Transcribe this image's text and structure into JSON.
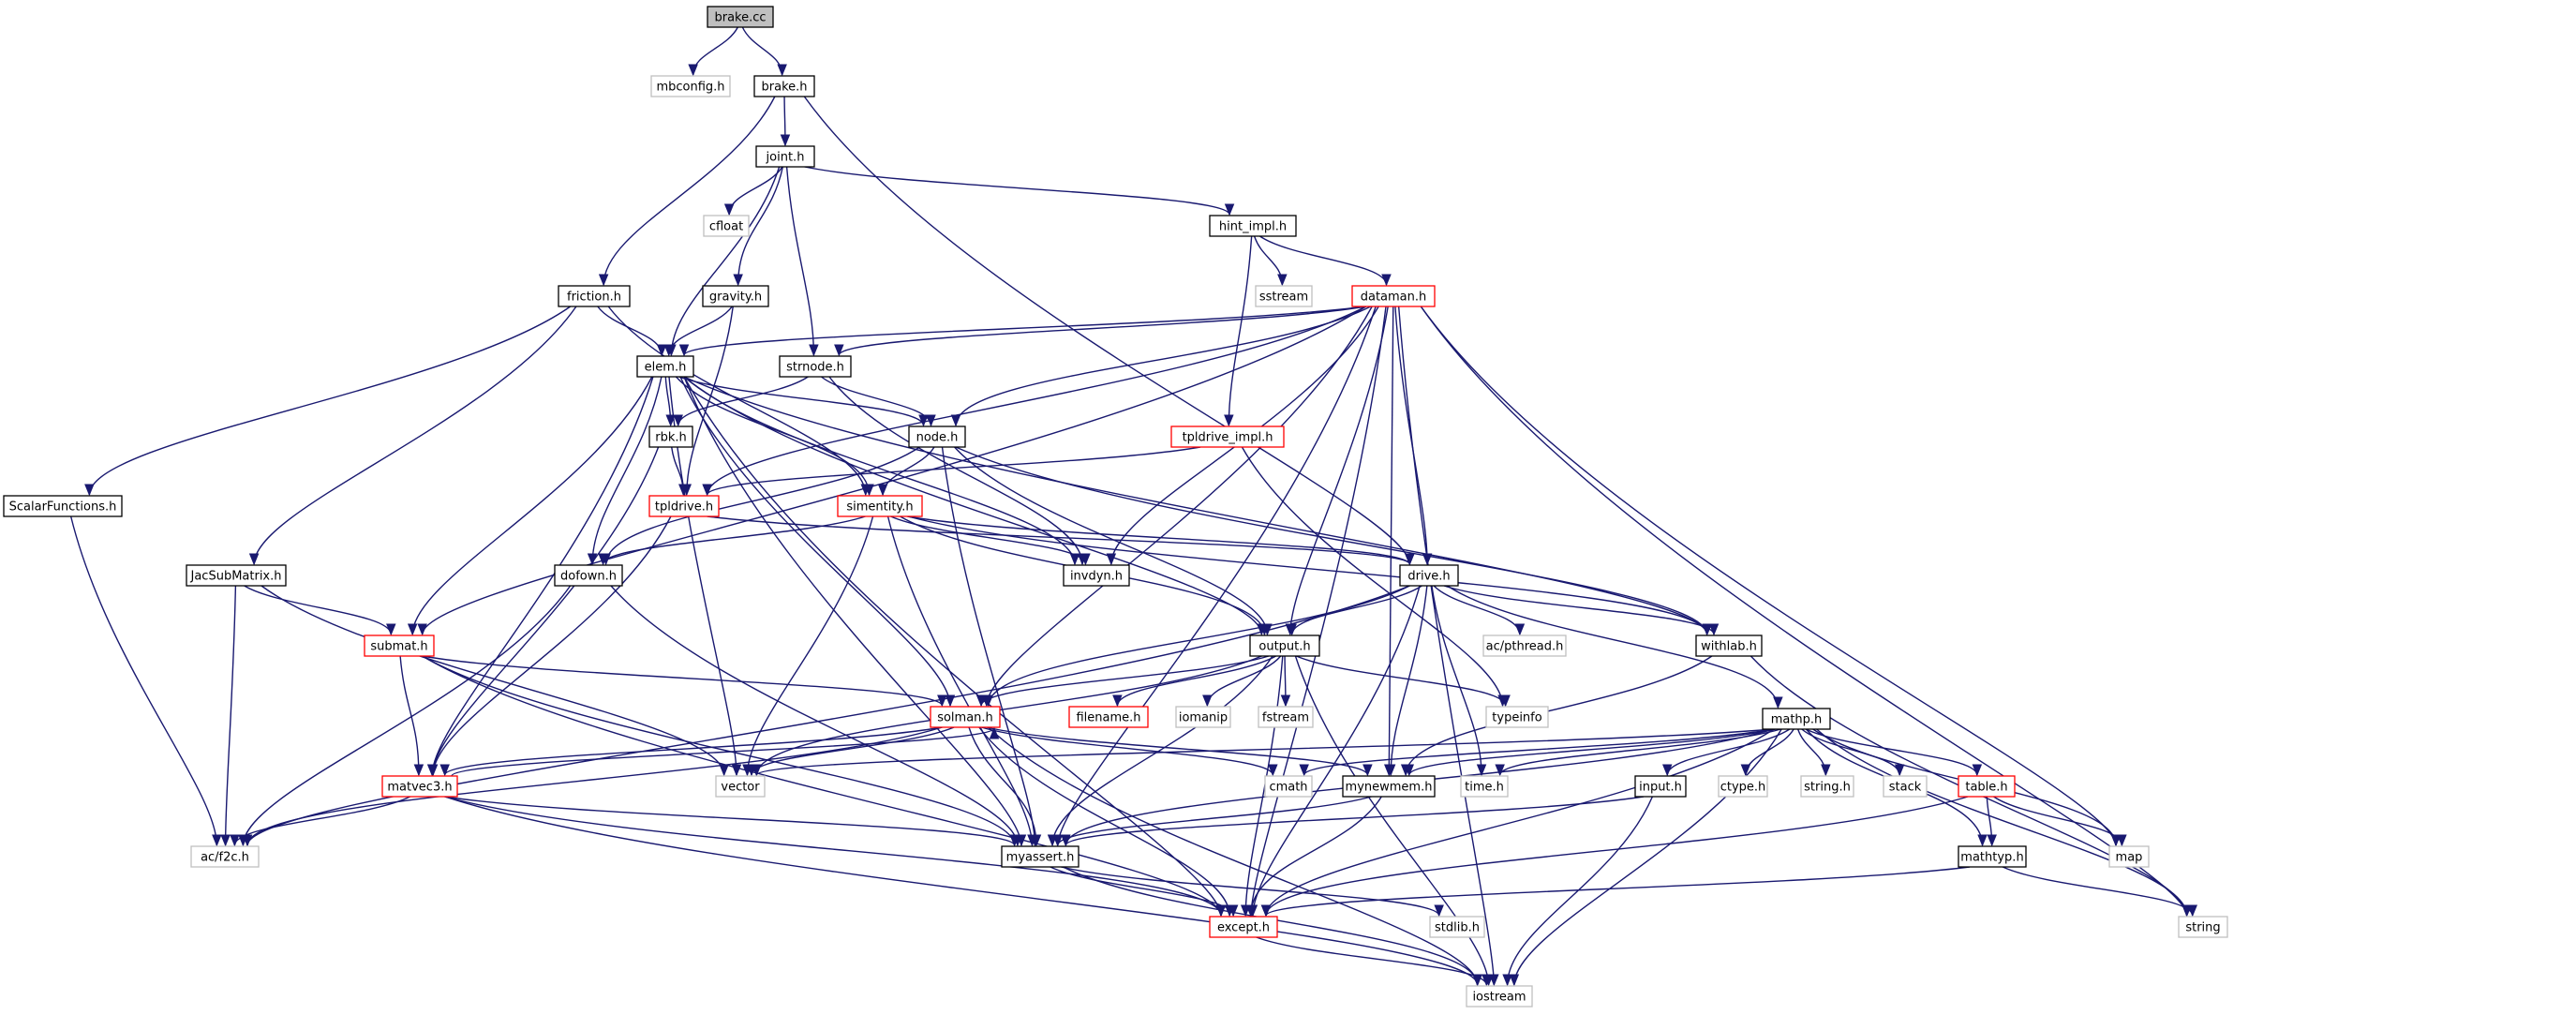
{
  "colors": {
    "edge": "#191970",
    "node_border_documented": "#000000",
    "node_border_truncated": "#ff0000",
    "node_border_external": "#bfbfbf",
    "root_fill": "#bfbfbf",
    "node_fill": "#ffffff"
  },
  "nodes": [
    {
      "id": "brake_cc",
      "label": "brake.cc",
      "kind": "root"
    },
    {
      "id": "mbconfig",
      "label": "mbconfig.h",
      "kind": "external"
    },
    {
      "id": "brake_h",
      "label": "brake.h",
      "kind": "documented"
    },
    {
      "id": "joint_h",
      "label": "joint.h",
      "kind": "documented"
    },
    {
      "id": "cfloat",
      "label": "cfloat",
      "kind": "external"
    },
    {
      "id": "hint_impl",
      "label": "hint_impl.h",
      "kind": "documented"
    },
    {
      "id": "sstream",
      "label": "sstream",
      "kind": "external"
    },
    {
      "id": "dataman",
      "label": "dataman.h",
      "kind": "truncated"
    },
    {
      "id": "friction",
      "label": "friction.h",
      "kind": "documented"
    },
    {
      "id": "gravity",
      "label": "gravity.h",
      "kind": "documented"
    },
    {
      "id": "elem",
      "label": "elem.h",
      "kind": "documented"
    },
    {
      "id": "strnode",
      "label": "strnode.h",
      "kind": "documented"
    },
    {
      "id": "rbk",
      "label": "rbk.h",
      "kind": "documented"
    },
    {
      "id": "node",
      "label": "node.h",
      "kind": "documented"
    },
    {
      "id": "tpldrive_impl",
      "label": "tpldrive_impl.h",
      "kind": "truncated"
    },
    {
      "id": "scalarfunctions",
      "label": "ScalarFunctions.h",
      "kind": "documented"
    },
    {
      "id": "tpldrive",
      "label": "tpldrive.h",
      "kind": "truncated"
    },
    {
      "id": "simentity",
      "label": "simentity.h",
      "kind": "truncated"
    },
    {
      "id": "jacsubmatrix",
      "label": "JacSubMatrix.h",
      "kind": "documented"
    },
    {
      "id": "dofown",
      "label": "dofown.h",
      "kind": "documented"
    },
    {
      "id": "invdyn",
      "label": "invdyn.h",
      "kind": "documented"
    },
    {
      "id": "drive",
      "label": "drive.h",
      "kind": "documented"
    },
    {
      "id": "withlab",
      "label": "withlab.h",
      "kind": "documented"
    },
    {
      "id": "submat",
      "label": "submat.h",
      "kind": "truncated"
    },
    {
      "id": "output",
      "label": "output.h",
      "kind": "documented"
    },
    {
      "id": "acpthread",
      "label": "ac/pthread.h",
      "kind": "external"
    },
    {
      "id": "solman",
      "label": "solman.h",
      "kind": "truncated"
    },
    {
      "id": "filename",
      "label": "filename.h",
      "kind": "truncated"
    },
    {
      "id": "iomanip",
      "label": "iomanip",
      "kind": "external"
    },
    {
      "id": "fstream",
      "label": "fstream",
      "kind": "external"
    },
    {
      "id": "typeinfo",
      "label": "typeinfo",
      "kind": "external"
    },
    {
      "id": "mathp",
      "label": "mathp.h",
      "kind": "documented"
    },
    {
      "id": "matvec3",
      "label": "matvec3.h",
      "kind": "truncated"
    },
    {
      "id": "vector",
      "label": "vector",
      "kind": "external"
    },
    {
      "id": "cmath",
      "label": "cmath",
      "kind": "external"
    },
    {
      "id": "mynewmem",
      "label": "mynewmem.h",
      "kind": "documented"
    },
    {
      "id": "time_h",
      "label": "time.h",
      "kind": "external"
    },
    {
      "id": "input",
      "label": "input.h",
      "kind": "documented"
    },
    {
      "id": "ctype",
      "label": "ctype.h",
      "kind": "external"
    },
    {
      "id": "string_h",
      "label": "string.h",
      "kind": "external"
    },
    {
      "id": "stack",
      "label": "stack",
      "kind": "external"
    },
    {
      "id": "table",
      "label": "table.h",
      "kind": "truncated"
    },
    {
      "id": "acf2c",
      "label": "ac/f2c.h",
      "kind": "external"
    },
    {
      "id": "myassert",
      "label": "myassert.h",
      "kind": "documented"
    },
    {
      "id": "map",
      "label": "map",
      "kind": "external"
    },
    {
      "id": "mathtyp",
      "label": "mathtyp.h",
      "kind": "documented"
    },
    {
      "id": "except",
      "label": "except.h",
      "kind": "truncated"
    },
    {
      "id": "stdlib",
      "label": "stdlib.h",
      "kind": "external"
    },
    {
      "id": "string",
      "label": "string",
      "kind": "external"
    },
    {
      "id": "iostream",
      "label": "iostream",
      "kind": "external"
    }
  ],
  "edges": [
    [
      "brake_cc",
      "mbconfig"
    ],
    [
      "brake_cc",
      "brake_h"
    ],
    [
      "brake_h",
      "joint_h"
    ],
    [
      "brake_h",
      "friction"
    ],
    [
      "brake_h",
      "drive"
    ],
    [
      "joint_h",
      "cfloat"
    ],
    [
      "joint_h",
      "hint_impl"
    ],
    [
      "joint_h",
      "gravity"
    ],
    [
      "joint_h",
      "elem"
    ],
    [
      "joint_h",
      "strnode"
    ],
    [
      "hint_impl",
      "sstream"
    ],
    [
      "hint_impl",
      "dataman"
    ],
    [
      "hint_impl",
      "tpldrive_impl"
    ],
    [
      "friction",
      "elem"
    ],
    [
      "friction",
      "scalarfunctions"
    ],
    [
      "friction",
      "jacsubmatrix"
    ],
    [
      "friction",
      "simentity"
    ],
    [
      "gravity",
      "elem"
    ],
    [
      "gravity",
      "tpldrive"
    ],
    [
      "dataman",
      "elem"
    ],
    [
      "dataman",
      "strnode"
    ],
    [
      "dataman",
      "node"
    ],
    [
      "dataman",
      "tpldrive"
    ],
    [
      "dataman",
      "invdyn"
    ],
    [
      "dataman",
      "drive"
    ],
    [
      "dataman",
      "output"
    ],
    [
      "dataman",
      "solman"
    ],
    [
      "dataman",
      "myassert"
    ],
    [
      "dataman",
      "submat"
    ],
    [
      "dataman",
      "map"
    ],
    [
      "dataman",
      "string"
    ],
    [
      "dataman",
      "iostream"
    ],
    [
      "dataman",
      "except"
    ],
    [
      "dataman",
      "mynewmem"
    ],
    [
      "elem",
      "node"
    ],
    [
      "elem",
      "simentity"
    ],
    [
      "elem",
      "rbk"
    ],
    [
      "elem",
      "dofown"
    ],
    [
      "elem",
      "invdyn"
    ],
    [
      "elem",
      "withlab"
    ],
    [
      "elem",
      "output"
    ],
    [
      "elem",
      "solman"
    ],
    [
      "elem",
      "submat"
    ],
    [
      "elem",
      "vector"
    ],
    [
      "elem",
      "myassert"
    ],
    [
      "elem",
      "except"
    ],
    [
      "elem",
      "matvec3"
    ],
    [
      "strnode",
      "node"
    ],
    [
      "strnode",
      "rbk"
    ],
    [
      "strnode",
      "invdyn"
    ],
    [
      "rbk",
      "tpldrive"
    ],
    [
      "rbk",
      "matvec3"
    ],
    [
      "node",
      "simentity"
    ],
    [
      "node",
      "dofown"
    ],
    [
      "node",
      "output"
    ],
    [
      "node",
      "withlab"
    ],
    [
      "node",
      "myassert"
    ],
    [
      "tpldrive_impl",
      "tpldrive"
    ],
    [
      "tpldrive_impl",
      "typeinfo"
    ],
    [
      "tpldrive",
      "drive"
    ],
    [
      "tpldrive",
      "matvec3"
    ],
    [
      "scalarfunctions",
      "acf2c"
    ],
    [
      "simentity",
      "dofown"
    ],
    [
      "simentity",
      "invdyn"
    ],
    [
      "simentity",
      "output"
    ],
    [
      "simentity",
      "withlab"
    ],
    [
      "simentity",
      "vector"
    ],
    [
      "simentity",
      "myassert"
    ],
    [
      "simentity",
      "drive"
    ],
    [
      "jacsubmatrix",
      "submat"
    ],
    [
      "jacsubmatrix",
      "acf2c"
    ],
    [
      "jacsubmatrix",
      "vector"
    ],
    [
      "dofown",
      "acf2c"
    ],
    [
      "dofown",
      "myassert"
    ],
    [
      "drive",
      "output"
    ],
    [
      "drive",
      "withlab"
    ],
    [
      "drive",
      "acpthread"
    ],
    [
      "drive",
      "mathp"
    ],
    [
      "drive",
      "time_h"
    ],
    [
      "drive",
      "mynewmem"
    ],
    [
      "drive",
      "except"
    ],
    [
      "drive",
      "acf2c"
    ],
    [
      "drive",
      "solman"
    ],
    [
      "withlab",
      "string"
    ],
    [
      "withlab",
      "mynewmem"
    ],
    [
      "submat",
      "matvec3"
    ],
    [
      "submat",
      "solman"
    ],
    [
      "submat",
      "myassert"
    ],
    [
      "submat",
      "except"
    ],
    [
      "output",
      "solman"
    ],
    [
      "output",
      "filename"
    ],
    [
      "output",
      "iomanip"
    ],
    [
      "output",
      "fstream"
    ],
    [
      "output",
      "typeinfo"
    ],
    [
      "output",
      "vector"
    ],
    [
      "output",
      "myassert"
    ],
    [
      "output",
      "except"
    ],
    [
      "output",
      "iostream"
    ],
    [
      "solman",
      "matvec3"
    ],
    [
      "solman",
      "vector"
    ],
    [
      "solman",
      "cmath"
    ],
    [
      "solman",
      "mynewmem"
    ],
    [
      "solman",
      "myassert"
    ],
    [
      "solman",
      "except"
    ],
    [
      "solman",
      "acf2c"
    ],
    [
      "solman",
      "iostream"
    ],
    [
      "mathp",
      "time_h"
    ],
    [
      "mathp",
      "input"
    ],
    [
      "mathp",
      "ctype"
    ],
    [
      "mathp",
      "string_h"
    ],
    [
      "mathp",
      "stack"
    ],
    [
      "mathp",
      "table"
    ],
    [
      "mathp",
      "cmath"
    ],
    [
      "mathp",
      "map"
    ],
    [
      "mathp",
      "string"
    ],
    [
      "mathp",
      "mathtyp"
    ],
    [
      "mathp",
      "mynewmem"
    ],
    [
      "mathp",
      "except"
    ],
    [
      "mathp",
      "myassert"
    ],
    [
      "mathp",
      "iostream"
    ],
    [
      "mathp",
      "vector"
    ],
    [
      "matvec3",
      "solman"
    ],
    [
      "matvec3",
      "acf2c"
    ],
    [
      "matvec3",
      "myassert"
    ],
    [
      "matvec3",
      "except"
    ],
    [
      "matvec3",
      "iostream"
    ],
    [
      "mynewmem",
      "myassert"
    ],
    [
      "mynewmem",
      "except"
    ],
    [
      "input",
      "myassert"
    ],
    [
      "input",
      "iostream"
    ],
    [
      "table",
      "mathtyp"
    ],
    [
      "table",
      "map"
    ],
    [
      "table",
      "except"
    ],
    [
      "mathtyp",
      "except"
    ],
    [
      "mathtyp",
      "string"
    ],
    [
      "myassert",
      "except"
    ],
    [
      "myassert",
      "stdlib"
    ],
    [
      "myassert",
      "iostream"
    ],
    [
      "except",
      "iostream"
    ]
  ]
}
